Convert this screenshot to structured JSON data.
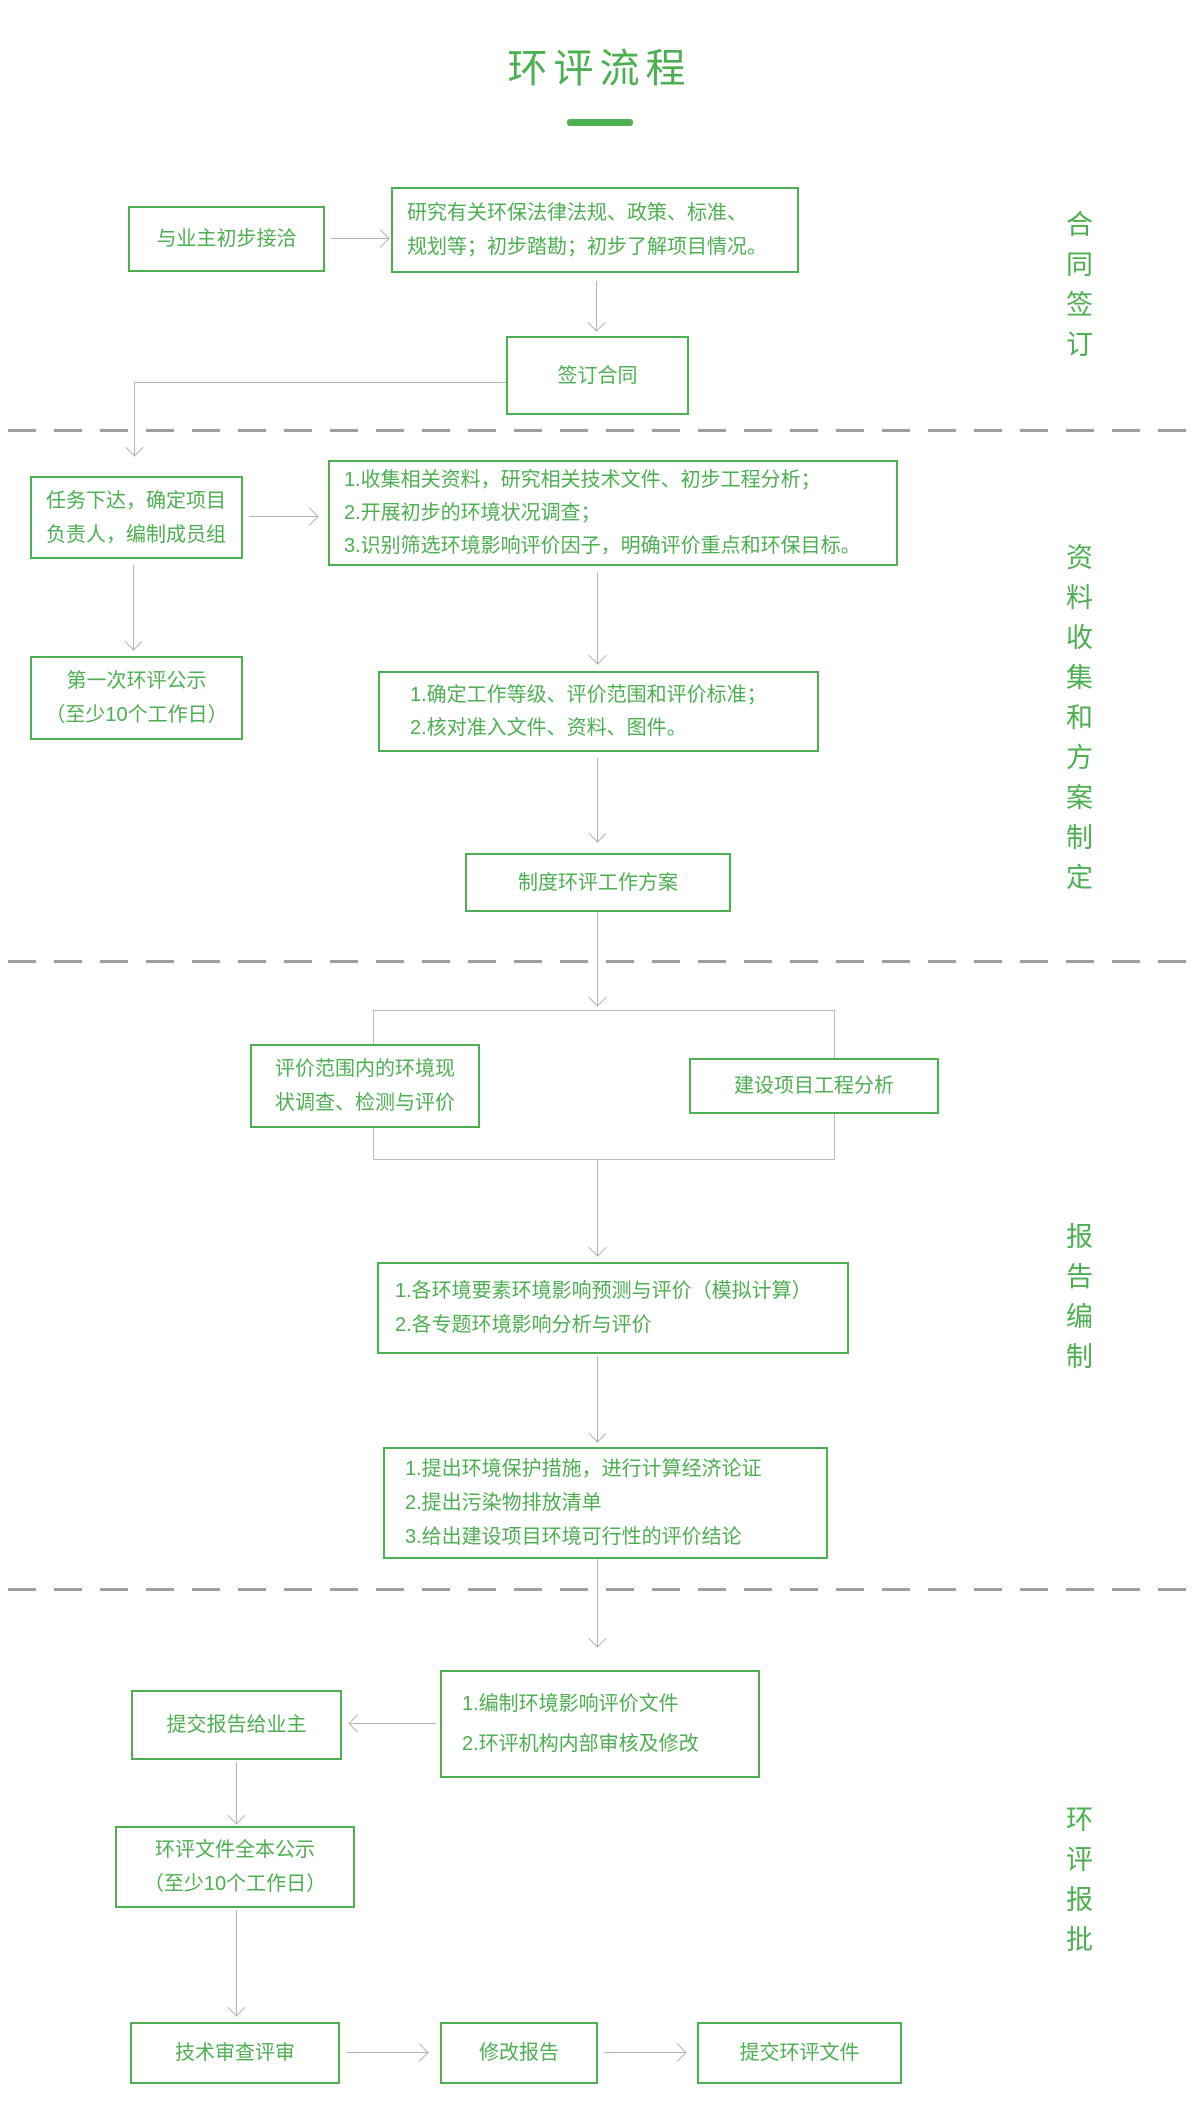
{
  "title": "环评流程",
  "colors": {
    "accent_green": "#4caf50",
    "connector_gray": "#b4b4b4",
    "divider_gray": "#9e9e9e"
  },
  "sections": {
    "s1": {
      "label": "合同签订"
    },
    "s2": {
      "label": "资料收集和方案制定"
    },
    "s3": {
      "label": "报告编制"
    },
    "s4": {
      "label": "环评报批"
    }
  },
  "boxes": {
    "initial_contact": "与业主初步接洽",
    "research": [
      "研究有关环保法律法规、政策、标准、",
      "规划等；初步踏勘；初步了解项目情况。"
    ],
    "sign_contract": "签订合同",
    "task_assign": [
      "任务下达，确定项目",
      "负责人，编制成员组"
    ],
    "collect": [
      "1.收集相关资料，研究相关技术文件、初步工程分析；",
      "2.开展初步的环境状况调查；",
      "3.识别筛选环境影响评价因子，明确评价重点和环保目标。"
    ],
    "first_public": [
      "第一次环评公示",
      "（至少10个工作日）"
    ],
    "determine": [
      "1.确定工作等级、评价范围和评价标准；",
      "2.核对准入文件、资料、图件。"
    ],
    "work_plan": "制度环评工作方案",
    "status_survey": [
      "评价范围内的环境现",
      "状调查、检测与评价"
    ],
    "project_analysis": "建设项目工程分析",
    "prediction": [
      "1.各环境要素环境影响预测与评价（模拟计算）",
      "2.各专题环境影响分析与评价"
    ],
    "measures": [
      "1.提出环境保护措施，进行计算经济论证",
      "2.提出污染物排放清单",
      "3.给出建设项目环境可行性的评价结论"
    ],
    "compile": [
      "1.编制环境影响评价文件",
      "2.环评机构内部审核及修改"
    ],
    "submit_owner": "提交报告给业主",
    "full_public": [
      "环评文件全本公示",
      "（至少10个工作日）"
    ],
    "tech_review": "技术审查评审",
    "revise": "修改报告",
    "submit_eia": "提交环评文件"
  }
}
